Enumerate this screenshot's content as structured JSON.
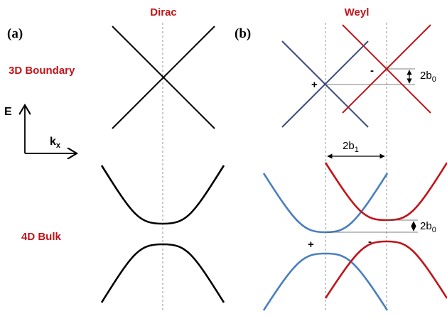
{
  "headers": {
    "dirac": "Dirac",
    "weyl": "Weyl"
  },
  "panels": {
    "a": "(a)",
    "b": "(b)"
  },
  "rows": {
    "boundary": "3D Boundary",
    "bulk": "4D Bulk"
  },
  "axes": {
    "energy": "E",
    "momentum": "k",
    "momentum_sub": "x"
  },
  "annotations": {
    "b0_top_main": "2b",
    "b0_top_sub": "0",
    "b1_main": "2b",
    "b1_sub": "1",
    "b0_bottom_main": "2b",
    "b0_bottom_sub": "0",
    "plus_top": "+",
    "minus_top": "-",
    "plus_bottom": "+",
    "minus_bottom": "-"
  },
  "colors": {
    "label_red": "#c0141a",
    "dirac_black": "#000000",
    "weyl_blue_top": "#3a4a80",
    "weyl_red": "#c0141a",
    "weyl_blue_bottom": "#4a7fc0",
    "guide_gray": "#888888"
  }
}
